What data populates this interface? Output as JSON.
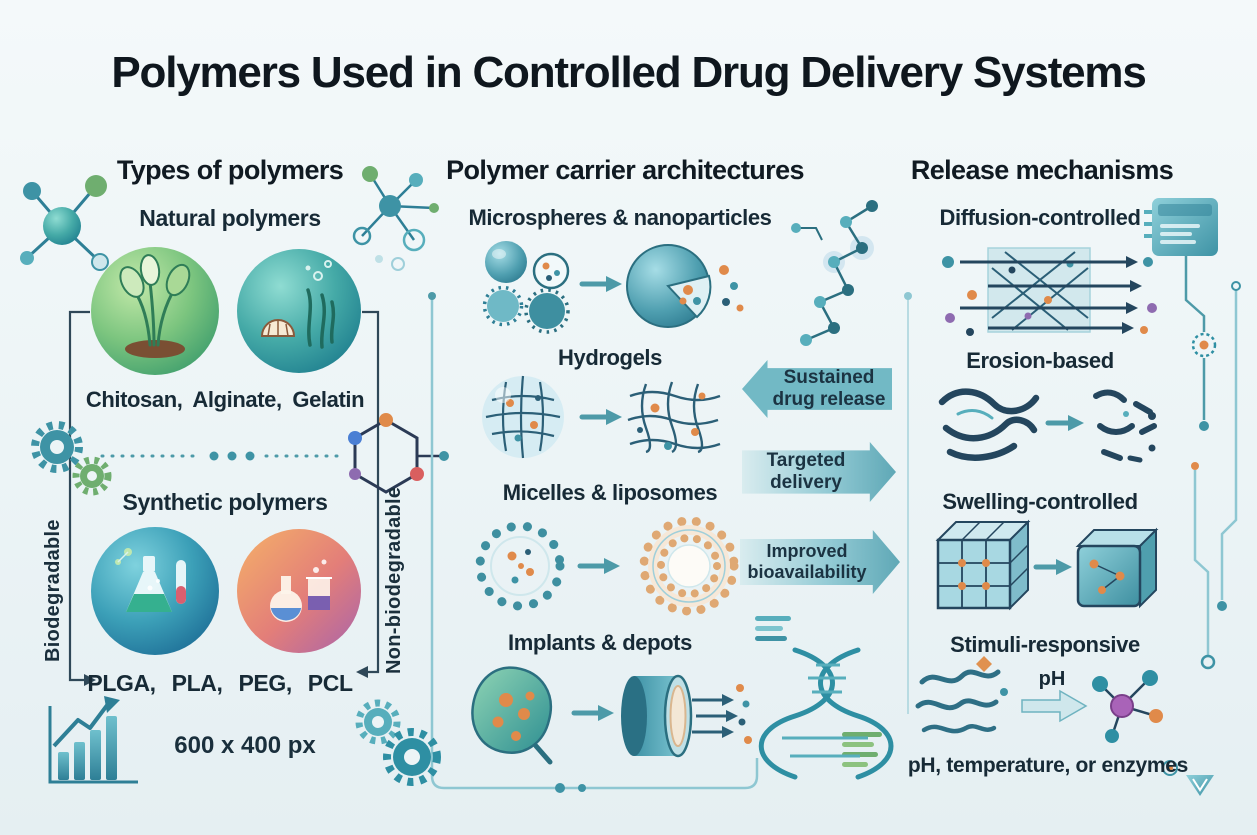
{
  "title": "Polymers Used in Controlled Drug Delivery Systems",
  "left_column": {
    "heading": "Types of polymers",
    "natural": {
      "label": "Natural polymers",
      "examples": "Chitosan, Alginate, Gelatin"
    },
    "synthetic": {
      "label": "Synthetic polymers",
      "examples": "PLGA, PLA, PEG, PCL"
    },
    "axis": {
      "biodegradable": "Biodegradable",
      "non_biodegradable": "Non-biodegradable"
    },
    "size_note": "600 x 400 px"
  },
  "middle_column": {
    "heading": "Polymer carrier architectures",
    "items": [
      {
        "label": "Microspheres & nanoparticles"
      },
      {
        "label": "Hydrogels"
      },
      {
        "label": "Micelles & liposomes"
      },
      {
        "label": "Implants & depots"
      }
    ]
  },
  "right_column": {
    "heading": "Release mechanisms",
    "items": [
      {
        "label": "Diffusion-controlled"
      },
      {
        "label": "Erosion-based"
      },
      {
        "label": "Swelling-controlled"
      },
      {
        "label": "Stimuli-responsive"
      }
    ],
    "stimulus_arrow_label": "pH",
    "footnote": "pH, temperature, or enzymes"
  },
  "flow_arrows": [
    {
      "label": "Sustained drug release",
      "direction": "left"
    },
    {
      "label": "Targeted delivery",
      "direction": "right"
    },
    {
      "label": "Improved bioavailability",
      "direction": "right"
    }
  ],
  "icons": {
    "molecule": "connected-circles",
    "gear": "toothed-ring",
    "hexagon-molecule": "hexagon-with-atom-dots",
    "plant": "leaves-in-green-circle",
    "marine": "shell-and-seaweed-in-teal-circle",
    "flasks": "lab-flasks-in-circle",
    "growth-chart": "bars-with-rising-arrow",
    "microspheres": "sphere-cluster",
    "microsphere-cutaway": "sphere-with-open-core-and-drug-dots",
    "hydrogel": "mesh-sphere-and-mesh-network",
    "micelle": "dotted-ring-with-drug-dots",
    "liposome": "double-dotted-ring",
    "implant": "drug-depot-blob",
    "depot-cylinder": "open-cylinder-with-release-arrows",
    "diffusion": "mesh-square-with-through-arrows",
    "erosion": "fragmenting-strands",
    "swelling": "grid-cube-to-swollen-cube",
    "stimuli": "polymer-coils-ph-arrow-molecule",
    "polymer-chain": "beaded-zigzag",
    "dna-helix": "double-helix",
    "chip": "circuit-chip",
    "circuit-traces": "lines-with-nodes",
    "list-lines": "text-lines"
  },
  "colors": {
    "background": "#ecf4f6",
    "title_text": "#0f171e",
    "label_text": "#172a36",
    "accent_teal": "#3e93a5",
    "accent_navy": "#24465e",
    "accent_orange": "#e08a4a",
    "accent_green": "#6fae6f",
    "accent_purple": "#8e6bb0",
    "flow_arrow_fill": "#72b9c5"
  }
}
